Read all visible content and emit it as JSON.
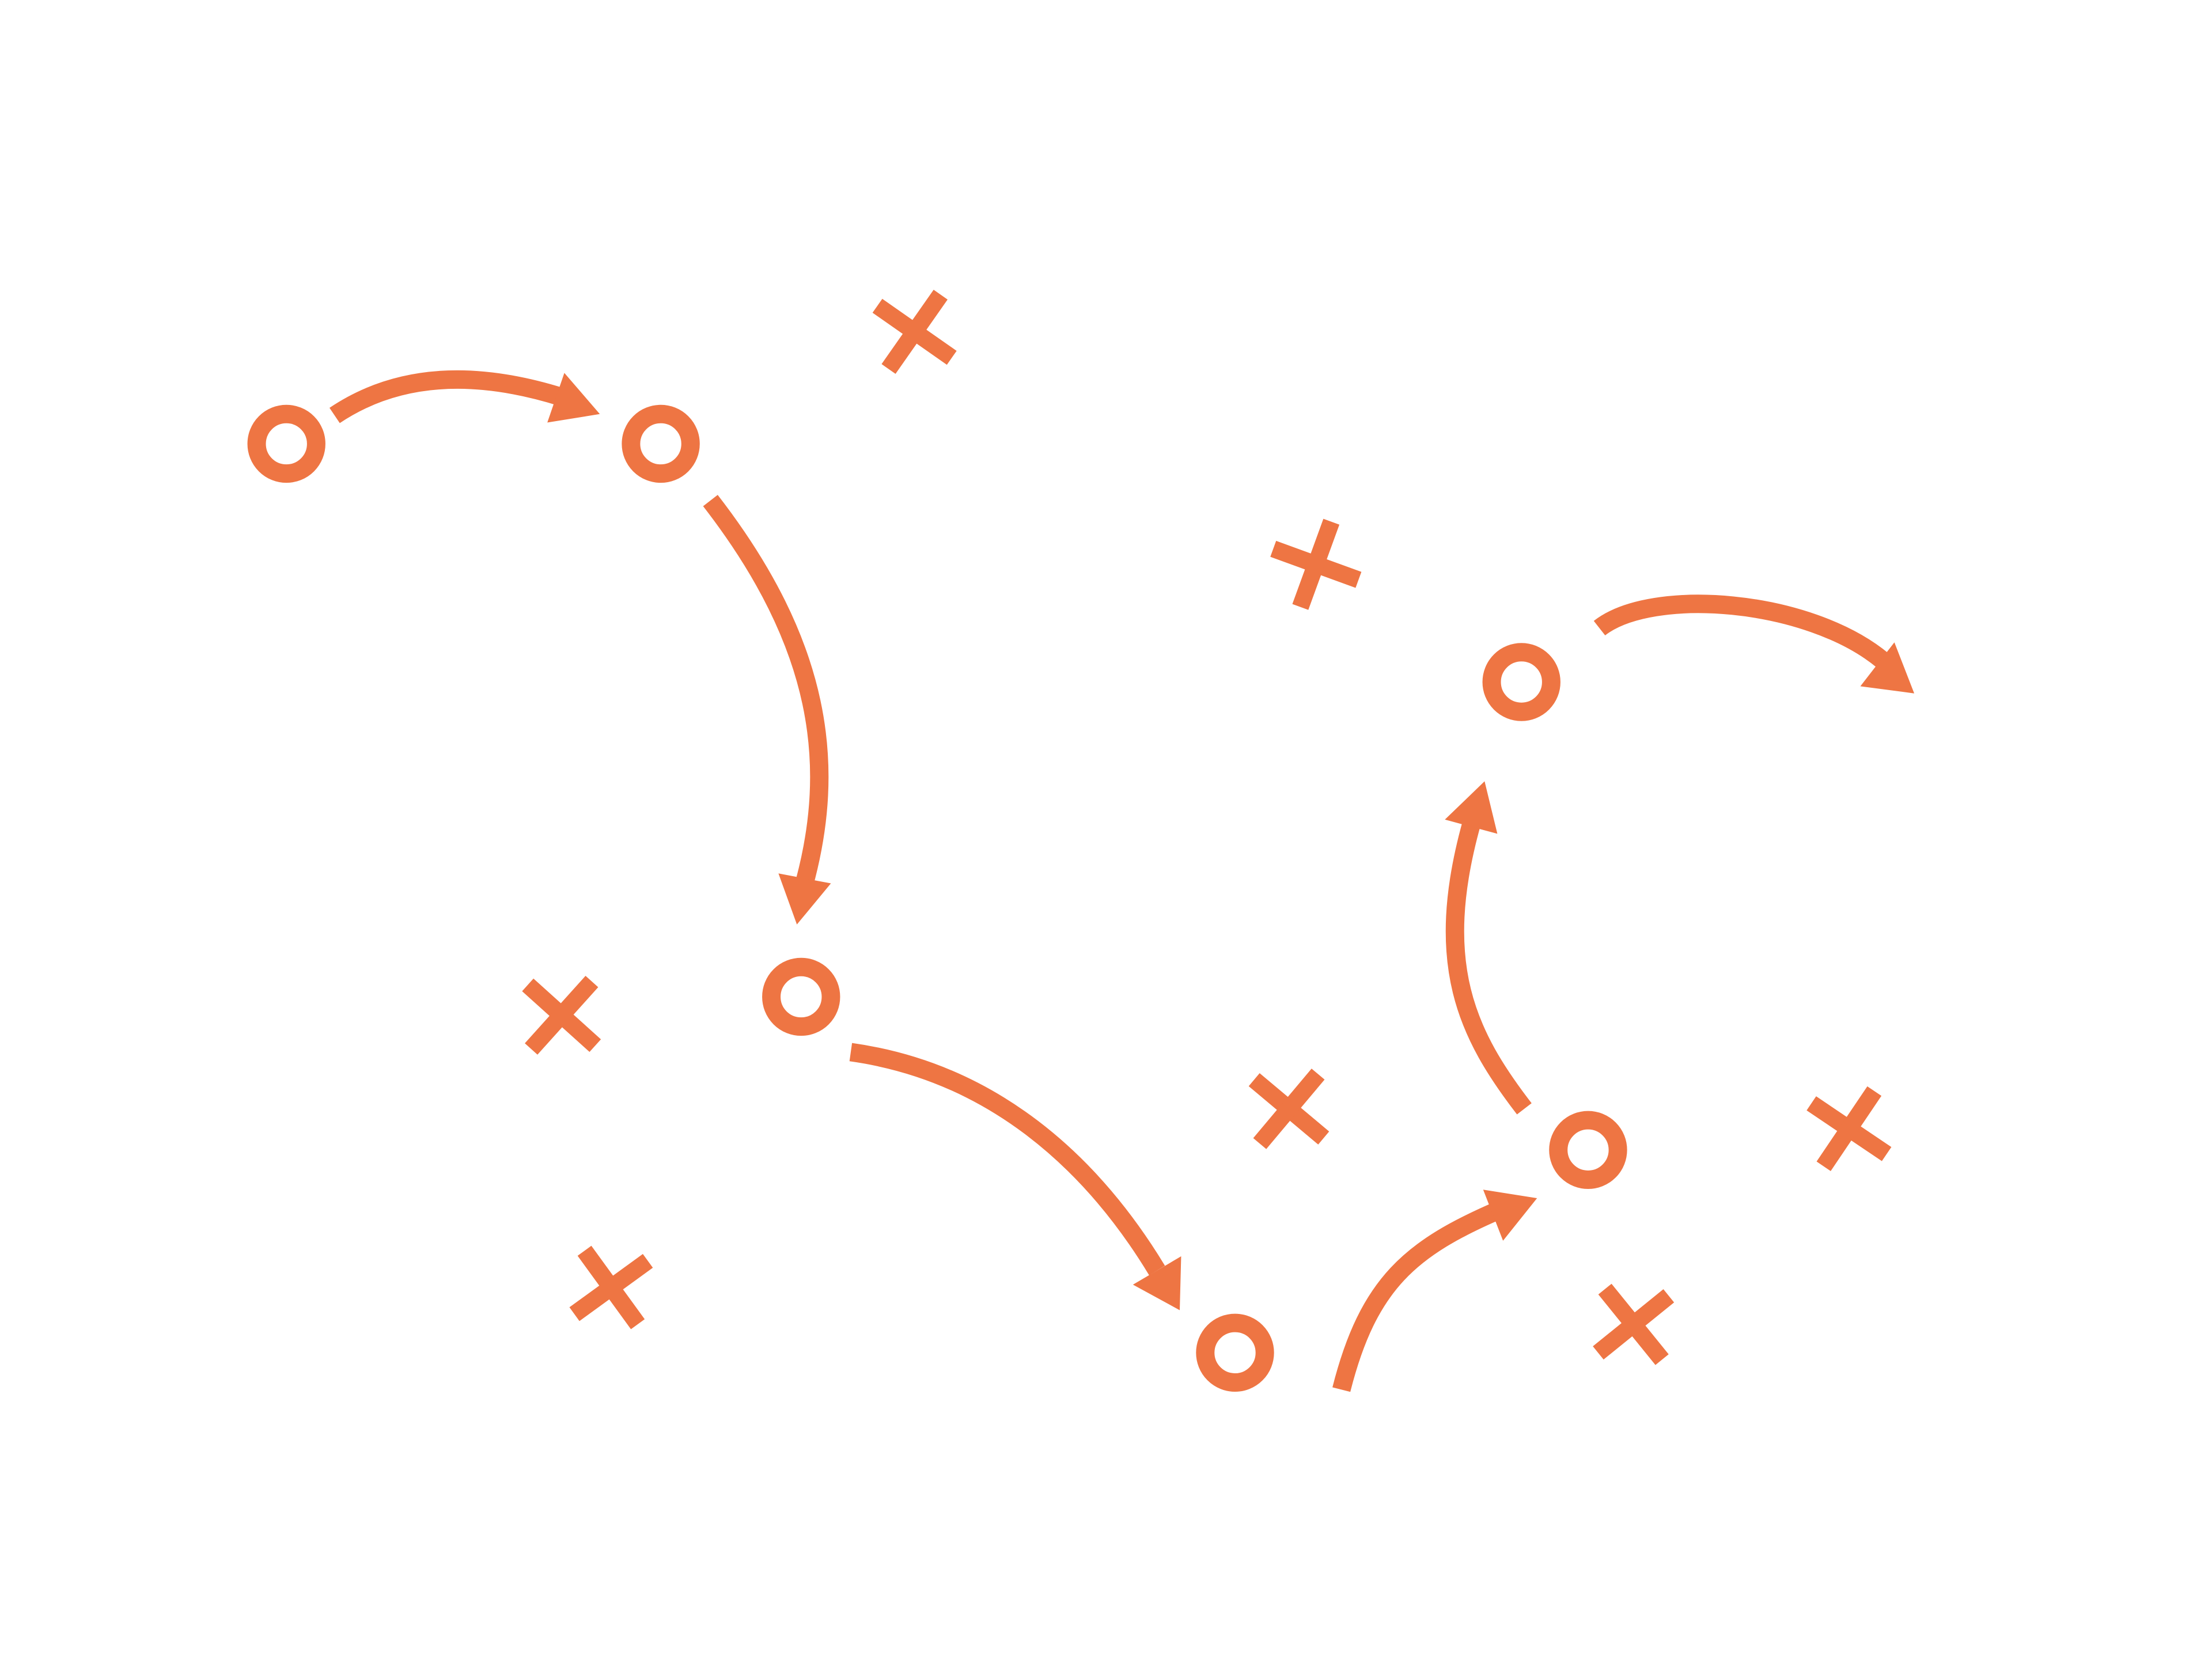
{
  "diagram": {
    "background_color": "#ffffff",
    "stroke_color": "#EE7543",
    "node_shape": "ring",
    "marker_shape": "cross",
    "edge_shape": "curved-arrow"
  }
}
